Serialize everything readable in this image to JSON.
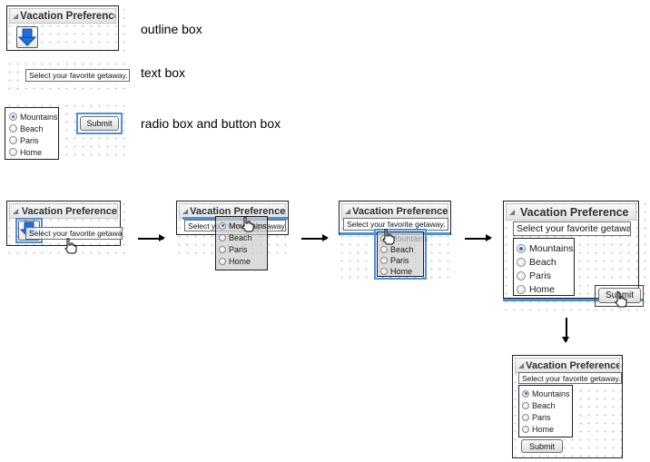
{
  "outline_title": "Vacation Preference",
  "textbox_text": "Select your favorite getaway.",
  "radio_options": [
    "Mountains",
    "Beach",
    "Paris",
    "Home"
  ],
  "selected_option": "Mountains",
  "button_label": "Submit",
  "legend": {
    "outline_box": "outline box",
    "text_box": "text box",
    "radio_and_button": "radio box and button box"
  },
  "icons": {
    "outline_toggle": "triangle-icon",
    "drop_arrow": "down-arrow-icon",
    "cursor": "hand-cursor-icon",
    "flow": "arrow-icon"
  },
  "colors": {
    "selection_blue": "#4a90e2",
    "radio_selected": "#2c6fc8",
    "grid_dot": "#b4b4b4"
  }
}
